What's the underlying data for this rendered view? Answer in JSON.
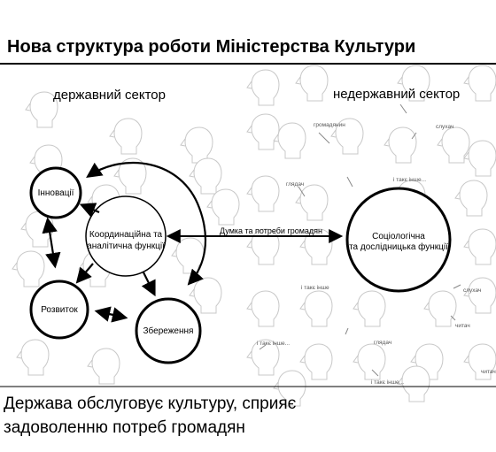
{
  "title": "Нова структура роботи Міністерства Культури",
  "sectors": {
    "state": "державний сектор",
    "nonstate": "недержавний сектор"
  },
  "nodes": {
    "innovation": "Інновації",
    "coordination_line1": "Координаційна та",
    "coordination_line2": "аналітична функції",
    "development": "Розвиток",
    "preservation": "Збереження",
    "socio_line1": "Соціологічна",
    "socio_line2": "та дослідницька функції"
  },
  "edge_label": "Думка та потреби громадян",
  "crowd_labels": {
    "citizen": "громадянин",
    "listener": "слухач",
    "viewer": "глядач",
    "others_a": "і такє інше...",
    "others_b": "і такє інше",
    "listener2": "слухач",
    "reader": "читач",
    "others_c": "і такє інше...",
    "viewer2": "глядач",
    "reader2": "читач",
    "others_d": "і такє інше..."
  },
  "footer": {
    "line1": "Держава обслуговує культуру, сприяє",
    "line2": "задоволенню потреб громадян"
  },
  "colors": {
    "ink": "#000000",
    "head_outline": "#c8c8c8"
  },
  "icons": {
    "background": "head-profile-icon"
  }
}
